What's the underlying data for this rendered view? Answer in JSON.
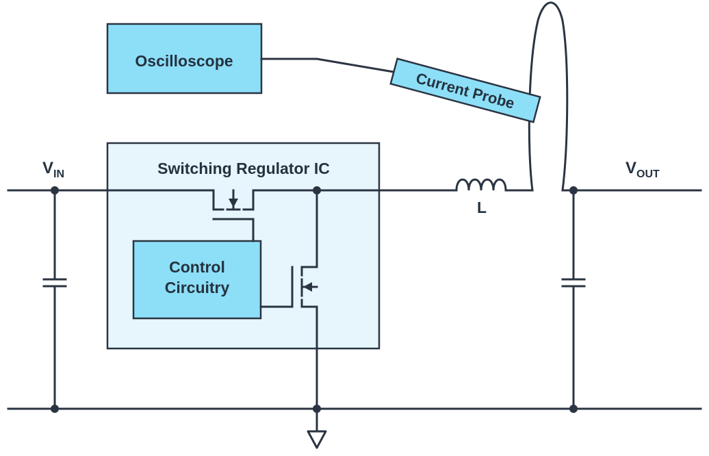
{
  "labels": {
    "oscilloscope": "Oscilloscope",
    "current_probe": "Current Probe",
    "ic_title": "Switching Regulator IC",
    "control_line1": "Control",
    "control_line2": "Circuitry",
    "vin_main": "V",
    "vin_sub": "IN",
    "vout_main": "V",
    "vout_sub": "OUT",
    "inductor": "L"
  },
  "colors": {
    "box_fill": "#8ddff8",
    "ic_fill": "#e6f6fc",
    "wire": "#2b3442",
    "text": "#25323f"
  }
}
